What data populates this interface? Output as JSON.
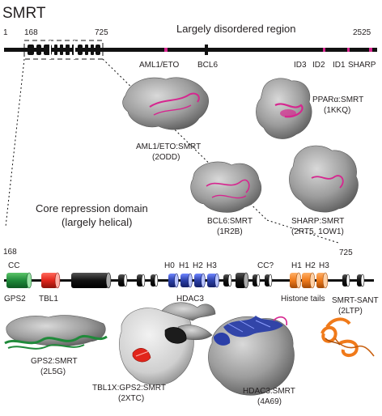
{
  "title": "SMRT",
  "top_axis": {
    "start": "1",
    "marker_168": "168",
    "marker_725": "725",
    "end": "2525",
    "region_label": "Largely disordered region"
  },
  "binding_sites": {
    "aml1eto": "AML1/ETO",
    "bcl6": "BCL6",
    "id3": "ID3",
    "id2": "ID2",
    "id1": "ID1",
    "sharp": "SHARP"
  },
  "structures": {
    "aml1eto": {
      "name": "AML1/ETO:SMRT",
      "pdb": "(2ODD)"
    },
    "ppar": {
      "name": "PPARα:SMRT",
      "pdb": "(1KKQ)"
    },
    "bcl6": {
      "name": "BCL6:SMRT",
      "pdb": "(1R2B)"
    },
    "sharp": {
      "name": "SHARP:SMRT",
      "pdb": "(2RT5, 1OW1)"
    },
    "gps2": {
      "name": "GPS2:SMRT",
      "pdb": "(2L5G)"
    },
    "tbl1x": {
      "name": "TBL1X:GPS2:SMRT",
      "pdb": "(2XTC)"
    },
    "hdac3": {
      "name": "HDAC3:SMRT",
      "pdb": "(4A69)"
    },
    "sant": {
      "name": "SMRT-SANT",
      "pdb": "(2LTP)"
    }
  },
  "core": {
    "title_line1": "Core repression domain",
    "title_line2": "(largely helical)",
    "start": "168",
    "end": "725",
    "cc": "CC",
    "cc_q": "CC?",
    "h0": "H0",
    "h1": "H1",
    "h2": "H2",
    "h3": "H3",
    "h1b": "H1",
    "h2b": "H2",
    "h3b": "H3",
    "gps2": "GPS2",
    "tbl1": "TBL1",
    "hdac3": "HDAC3",
    "histone": "Histone tails"
  },
  "colors": {
    "green": "#1f8a3a",
    "red": "#e1251b",
    "blue": "#2b3fa8",
    "orange": "#f07a1a",
    "magenta": "#d6268f",
    "black": "#111111",
    "surface": "#9a9a9a"
  }
}
